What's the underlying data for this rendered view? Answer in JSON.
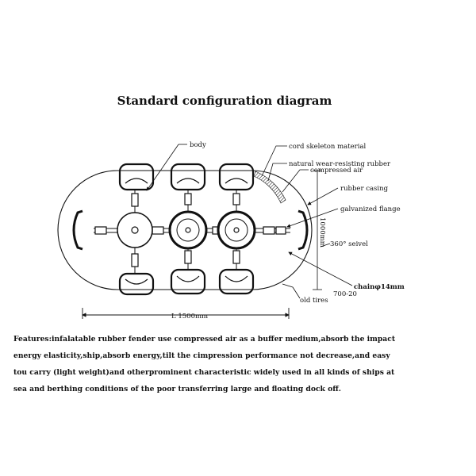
{
  "title": "Standard configuration diagram",
  "labels": {
    "body": "body",
    "cord": "cord skeleton material",
    "natural": "natural wear-resisting rubber",
    "compressed": "compressed air",
    "casing": "rubber casing",
    "flange": "galvanized flange",
    "swivel": "360° seivel",
    "chain": "chainφ14mm",
    "tires": "old tires",
    "tire_size": "700-20",
    "height": "1000mm",
    "length": "L 1500mm"
  },
  "features": [
    "Features:infalatable rubber fender use compressed air as a buffer medium,absorb the impact",
    "energy elasticity,ship,absorb energy,tilt the cimpression performance not decrease,and easy",
    "tou carry (light weight)and otherprominent characteristic widely used in all kinds of ships at",
    " sea and berthing conditions of the poor transferring large and floating dock off."
  ]
}
